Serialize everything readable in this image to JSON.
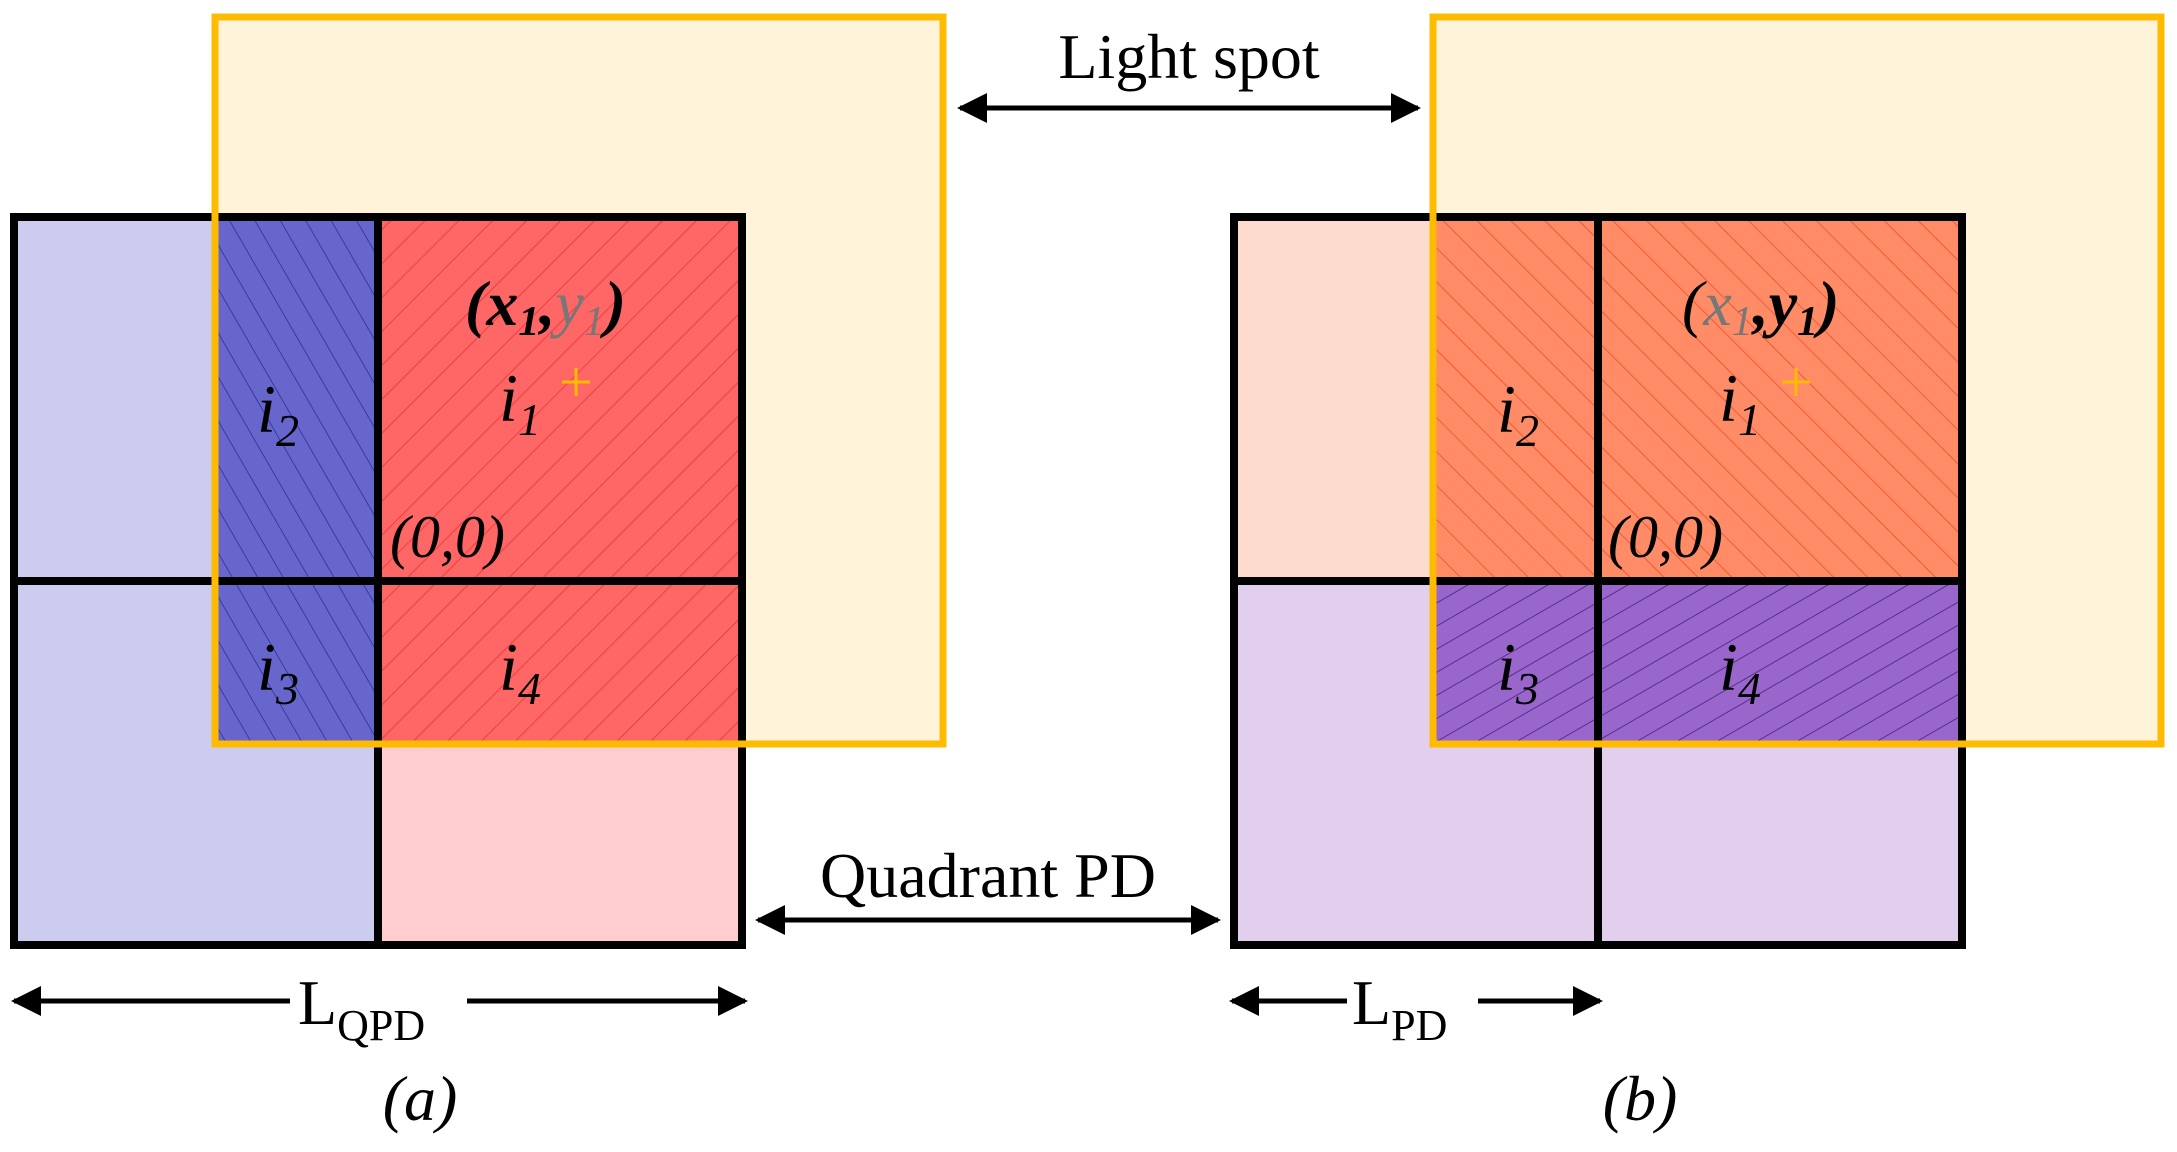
{
  "labels": {
    "light_spot": "Light spot",
    "quadrant_pd": "Quadrant PD",
    "l_main": "L",
    "l_qpd_sub": "QPD",
    "l_pd_sub": "PD",
    "panel_a": "(a)",
    "panel_b": "(b)",
    "origin": "(0,0)",
    "i": "i",
    "sub_1": "1",
    "sub_2": "2",
    "sub_3": "3",
    "sub_4": "4",
    "x": "x",
    "y": "y",
    "open_paren": "(",
    "comma": ",",
    "close_paren": ")",
    "plus": "+"
  },
  "colors": {
    "spot_fill": "#fff4d9",
    "spot_stroke": "#ffbb00",
    "a_left_light": "#cccdee",
    "a_left_dark": "#6666cc",
    "a_right_light": "#ffcdcd",
    "a_right_dark": "#ff6666",
    "b_top_light": "#fedccd",
    "b_top_dark": "#ff8c66",
    "b_bottom_light": "#e2cfee",
    "b_bottom_dark": "#9966cc",
    "gray_text": "#777777"
  }
}
